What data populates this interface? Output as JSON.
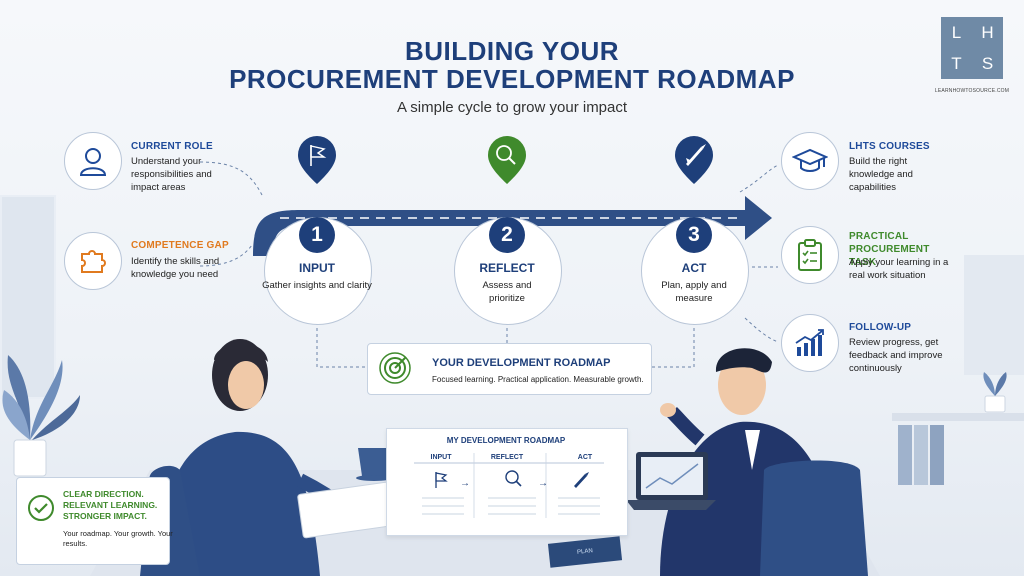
{
  "title": {
    "line1": "BUILDING YOUR",
    "line2": "PROCUREMENT DEVELOPMENT ROADMAP",
    "subtitle": "A simple cycle to grow your impact"
  },
  "logo": {
    "letters": [
      "L",
      "H",
      "T",
      "S"
    ],
    "url": "LEARNHOWTOSOURCE.COM"
  },
  "left_items": [
    {
      "heading": "CURRENT ROLE",
      "text": "Understand your responsibilities and impact areas",
      "icon": "person-icon"
    },
    {
      "heading": "COMPETENCE GAP",
      "text": "Identify the skills and knowledge you need",
      "icon": "puzzle-icon"
    }
  ],
  "steps": [
    {
      "number": "1",
      "title": "INPUT",
      "text": "Gather insights and clarity",
      "icon": "flag-icon"
    },
    {
      "number": "2",
      "title": "REFLECT",
      "text": "Assess and prioritize",
      "icon": "magnifier-icon"
    },
    {
      "number": "3",
      "title": "ACT",
      "text": "Plan, apply and measure",
      "icon": "rocket-icon"
    }
  ],
  "right_items": [
    {
      "heading": "LHTS COURSES",
      "text": "Build the right knowledge and capabilities",
      "icon": "graduation-cap-icon"
    },
    {
      "heading": "PRACTICAL PROCUREMENT TASK",
      "text": "Apply your learning in a real work situation",
      "icon": "clipboard-icon"
    },
    {
      "heading": "FOLLOW-UP",
      "text": "Review progress, get feedback and improve continuously",
      "icon": "growth-chart-icon"
    }
  ],
  "roadmap": {
    "title": "YOUR DEVELOPMENT ROADMAP",
    "subtitle": "Focused learning. Practical application. Measurable growth."
  },
  "board": {
    "title": "MY DEVELOPMENT ROADMAP",
    "cols": [
      "INPUT",
      "REFLECT",
      "ACT"
    ]
  },
  "callout": {
    "heading": "CLEAR DIRECTION. RELEVANT LEARNING. STRONGER IMPACT.",
    "text": "Your roadmap. Your growth. Your results."
  },
  "plan_book": "PLAN",
  "colors": {
    "navy": "#1e3f7a",
    "green": "#3f8a2c",
    "orange": "#e07a1f",
    "arrow": "#2f4f86"
  }
}
